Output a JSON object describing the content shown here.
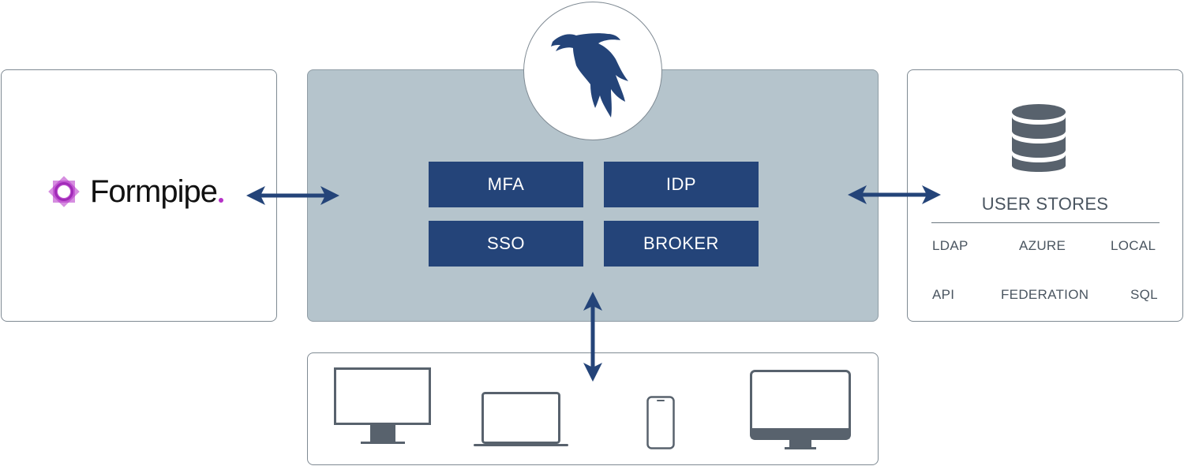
{
  "brand": {
    "name": "Formpipe",
    "accent_color": "#b532c7"
  },
  "center": {
    "logo": "eagle-icon",
    "features": {
      "mfa": "MFA",
      "idp": "IDP",
      "sso": "SSO",
      "broker": "BROKER"
    },
    "feature_color": "#244479"
  },
  "user_stores": {
    "icon": "database-icon",
    "title": "USER STORES",
    "items": {
      "ldap": "LDAP",
      "azure": "AZURE",
      "local": "LOCAL",
      "api": "API",
      "federation": "FEDERATION",
      "sql": "SQL"
    }
  },
  "devices": [
    "monitor-icon",
    "laptop-icon",
    "smartphone-icon",
    "imac-icon"
  ],
  "arrow_color": "#244479"
}
